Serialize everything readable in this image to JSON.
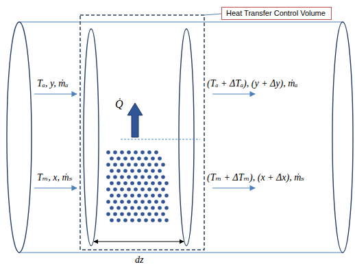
{
  "diagram": {
    "nodes": [
      {
        "text": [
          "Heat Transfer Control Volume"
        ]
      }
    ],
    "labels": [
      "Tₐ, y, ṁₐ",
      "(Tₐ + ΔTₐ), (y + Δy), ṁₐ",
      "Q̇",
      "Tₘ, x, ṁₛ",
      "(Tₘ + ΔTₘ), (x + Δx), ṁₛ",
      "dz"
    ]
  }
}
